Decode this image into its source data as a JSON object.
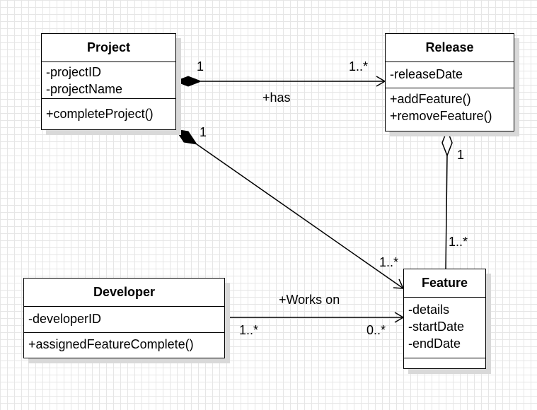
{
  "classes": {
    "project": {
      "name": "Project",
      "attributes": [
        "-projectID",
        "-projectName"
      ],
      "operations": [
        "+completeProject()"
      ]
    },
    "release": {
      "name": "Release",
      "attributes": [
        "-releaseDate"
      ],
      "operations": [
        "+addFeature()",
        "+removeFeature()"
      ]
    },
    "developer": {
      "name": "Developer",
      "attributes": [
        "-developerID"
      ],
      "operations": [
        "+assignedFeatureComplete()"
      ]
    },
    "feature": {
      "name": "Feature",
      "attributes": [
        "-details",
        "-startDate",
        "-endDate"
      ],
      "operations": []
    }
  },
  "associations": {
    "project_release": {
      "label": "+has",
      "source_mult": "1",
      "target_mult": "1..*"
    },
    "project_feature": {
      "source_mult": "1",
      "target_mult": "1..*"
    },
    "release_feature": {
      "source_mult": "1",
      "target_mult": "1..*"
    },
    "developer_feature": {
      "label": "+Works on",
      "source_mult": "1..*",
      "target_mult": "0..*"
    }
  }
}
